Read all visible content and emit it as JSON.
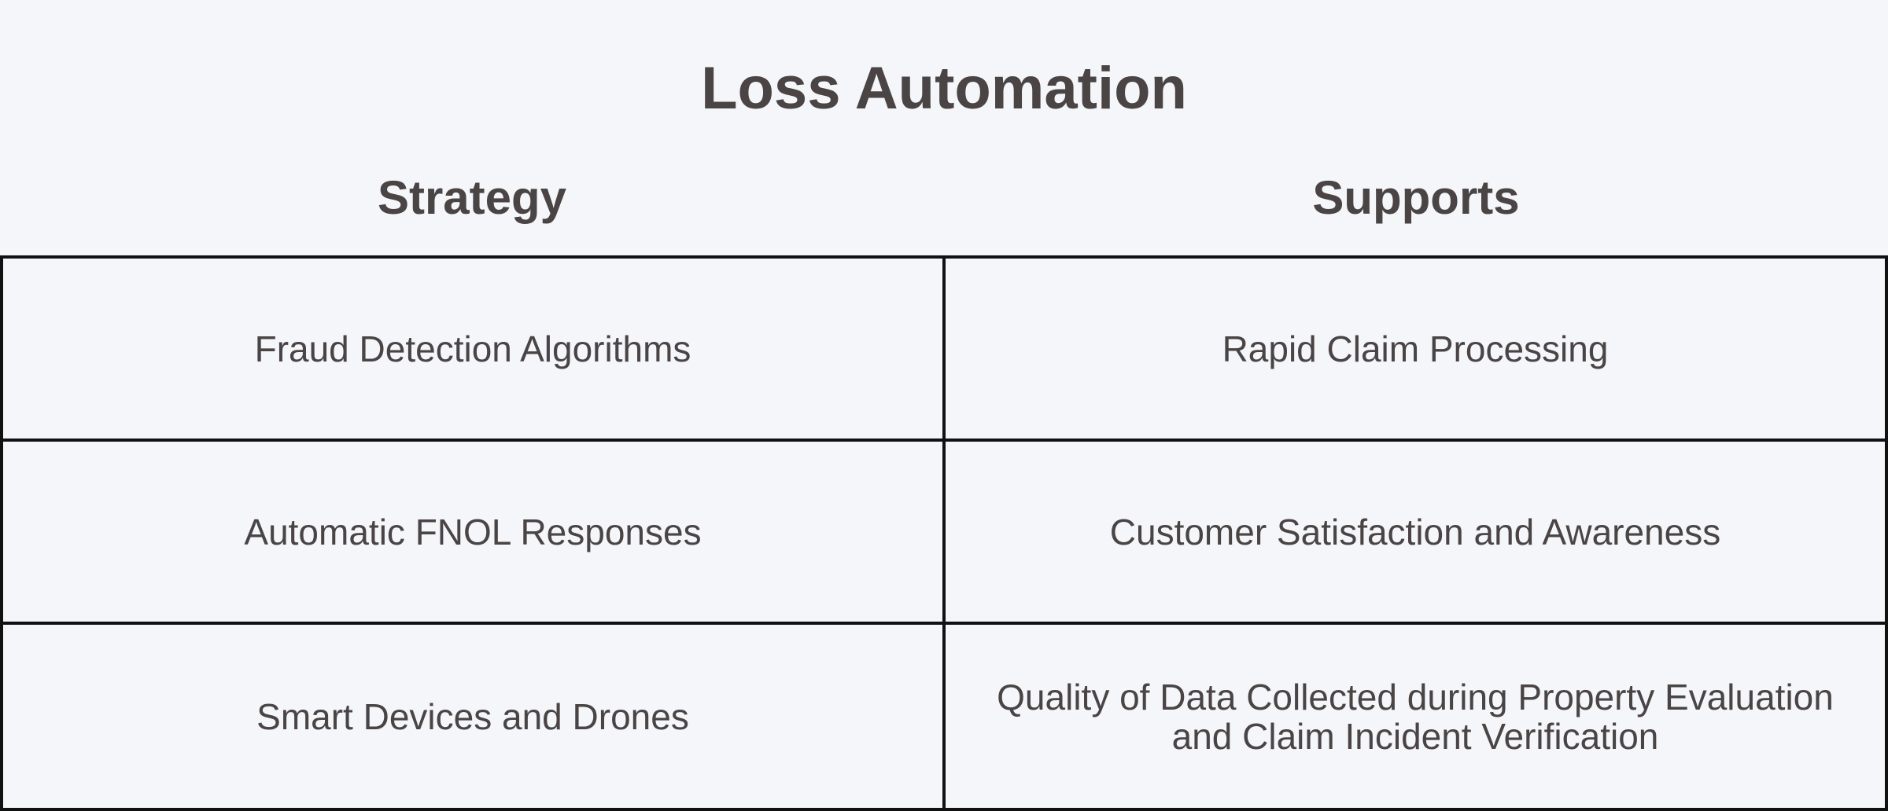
{
  "title": "Loss Automation",
  "columns": {
    "strategy": "Strategy",
    "supports": "Supports"
  },
  "rows": [
    {
      "strategy": "Fraud Detection Algorithms",
      "supports": "Rapid Claim Processing"
    },
    {
      "strategy": "Automatic FNOL Responses",
      "supports": "Customer Satisfaction and Awareness"
    },
    {
      "strategy": "Smart Devices and Drones",
      "supports": "Quality of Data Collected during Property Evaluation and Claim Incident Verification"
    }
  ]
}
